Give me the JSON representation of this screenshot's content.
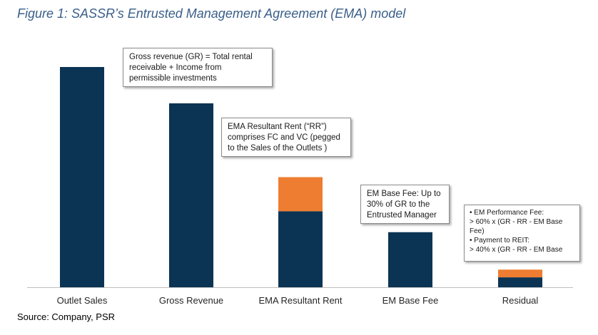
{
  "title": "Figure 1: SASSR’s Entrusted Management Agreement (EMA) model",
  "source": "Source: Company, PSR",
  "colors": {
    "base": "#0b3454",
    "top": "#ee7d31",
    "axis": "#bfbfbf"
  },
  "chart_data": {
    "type": "bar",
    "stacked": true,
    "title": "",
    "xlabel": "",
    "ylabel": "",
    "categories": [
      "Outlet Sales",
      "Gross Revenue",
      "EMA Resultant Rent",
      "EM Base Fee",
      "Residual"
    ],
    "series": [
      {
        "values": [
          100,
          83.5,
          34.5,
          25,
          4.5
        ]
      },
      {
        "values": [
          0,
          0,
          15.5,
          0,
          3.5
        ]
      }
    ],
    "ylim": [
      0,
      100
    ],
    "grid": false,
    "annotations": [
      "Gross revenue (GR) = Total rental\nreceivable + Income from\npermissible investments",
      "EMA Resultant Rent (“RR”)\ncomprises FC and VC (pegged\nto the Sales of the Outlets )",
      "EM Base Fee: Up to\n30% of GR to the\nEntrusted Manager",
      "• EM Performance Fee:\n> 60% x (GR - RR - EM Base\nFee)\n• Payment to REIT:\n> 40% x (GR - RR - EM Base"
    ]
  }
}
